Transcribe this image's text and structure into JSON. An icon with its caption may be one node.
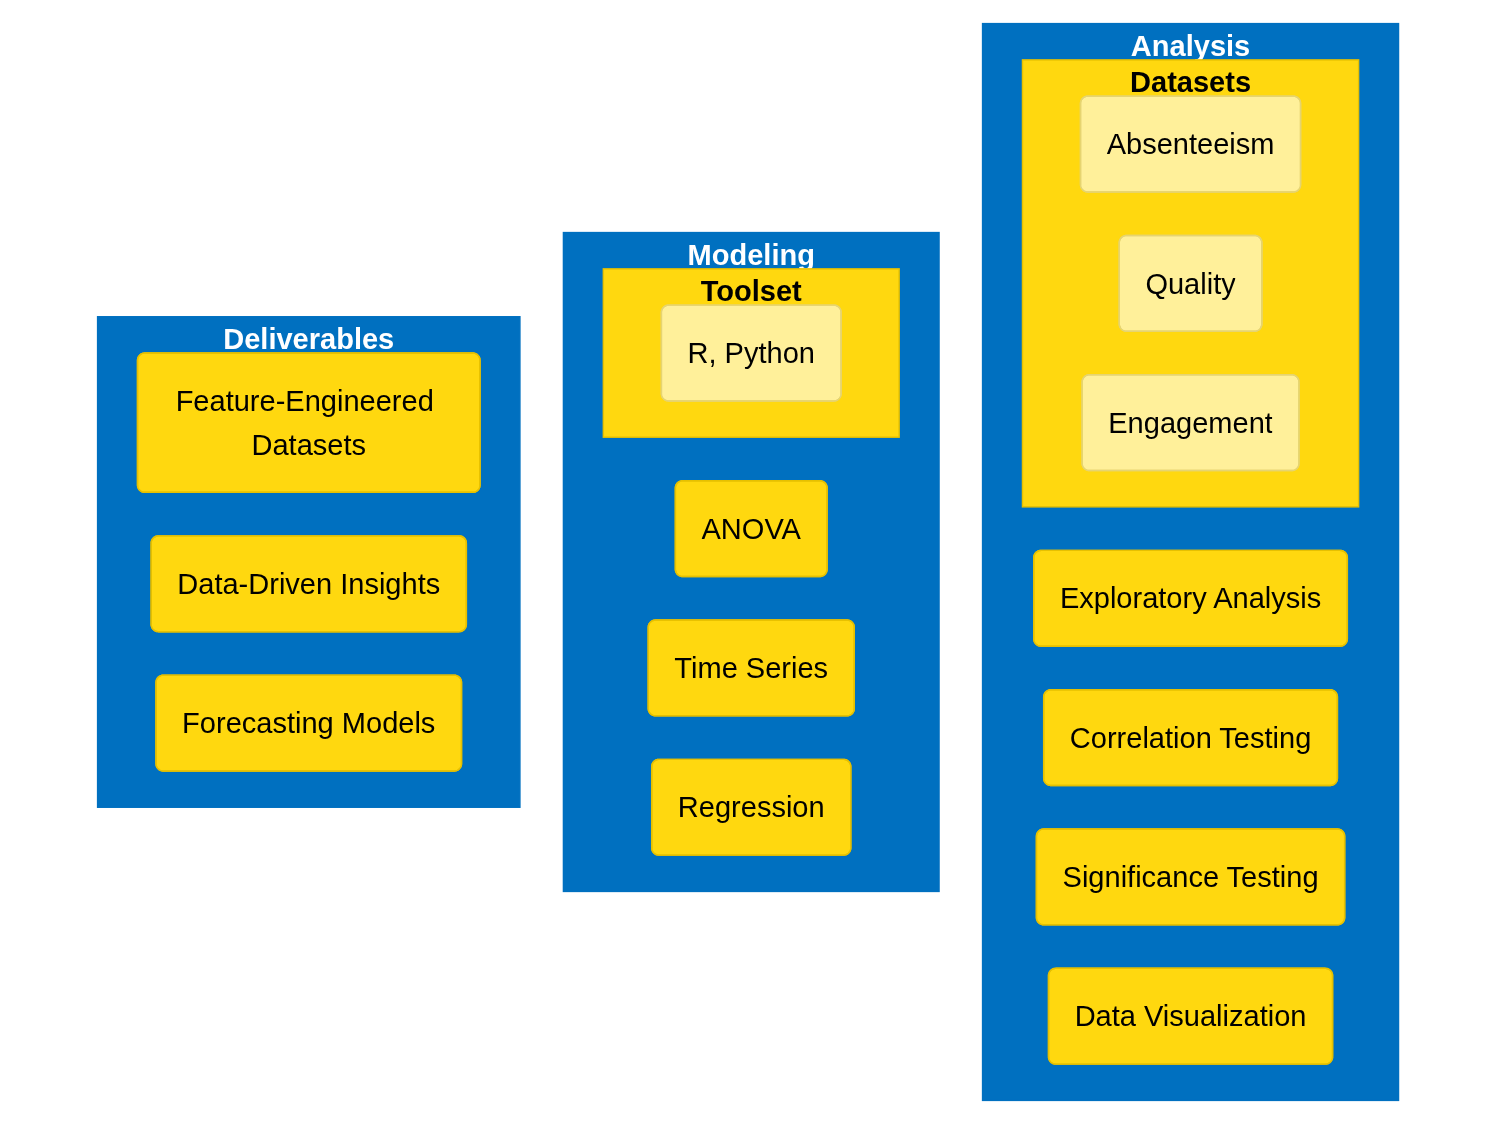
{
  "diagram": {
    "nodes": [
      {
        "text": [
          "Analysis"
        ]
      },
      {
        "text": [
          "Exploratory Analysis"
        ],
        "in": 0
      },
      {
        "text": [
          "Correlation Testing"
        ],
        "in": 0
      },
      {
        "text": [
          "Significance Testing"
        ],
        "in": 0
      },
      {
        "text": [
          "Data Visualization"
        ],
        "in": 0
      },
      {
        "text": [
          "Datasets"
        ],
        "in": 0
      },
      {
        "text": [
          "Absenteeism"
        ],
        "in": 5
      },
      {
        "text": [
          "Quality"
        ],
        "in": 5
      },
      {
        "text": [
          "Engagement"
        ],
        "in": 5
      },
      {
        "text": [
          "Modeling"
        ]
      },
      {
        "text": [
          "ANOVA"
        ],
        "in": 9
      },
      {
        "text": [
          "Time Series"
        ],
        "in": 9
      },
      {
        "text": [
          "Regression"
        ],
        "in": 9
      },
      {
        "text": [
          "Toolset"
        ],
        "in": 9
      },
      {
        "text": [
          "R, Python"
        ],
        "in": 13
      },
      {
        "text": [
          "Deliverables"
        ]
      },
      {
        "text": [
          "Feature-Engineered Datasets"
        ],
        "in": 15
      },
      {
        "text": [
          "Data-Driven Insights"
        ],
        "in": 15
      },
      {
        "text": [
          "Forecasting Models"
        ],
        "in": 15
      }
    ],
    "edges": []
  }
}
